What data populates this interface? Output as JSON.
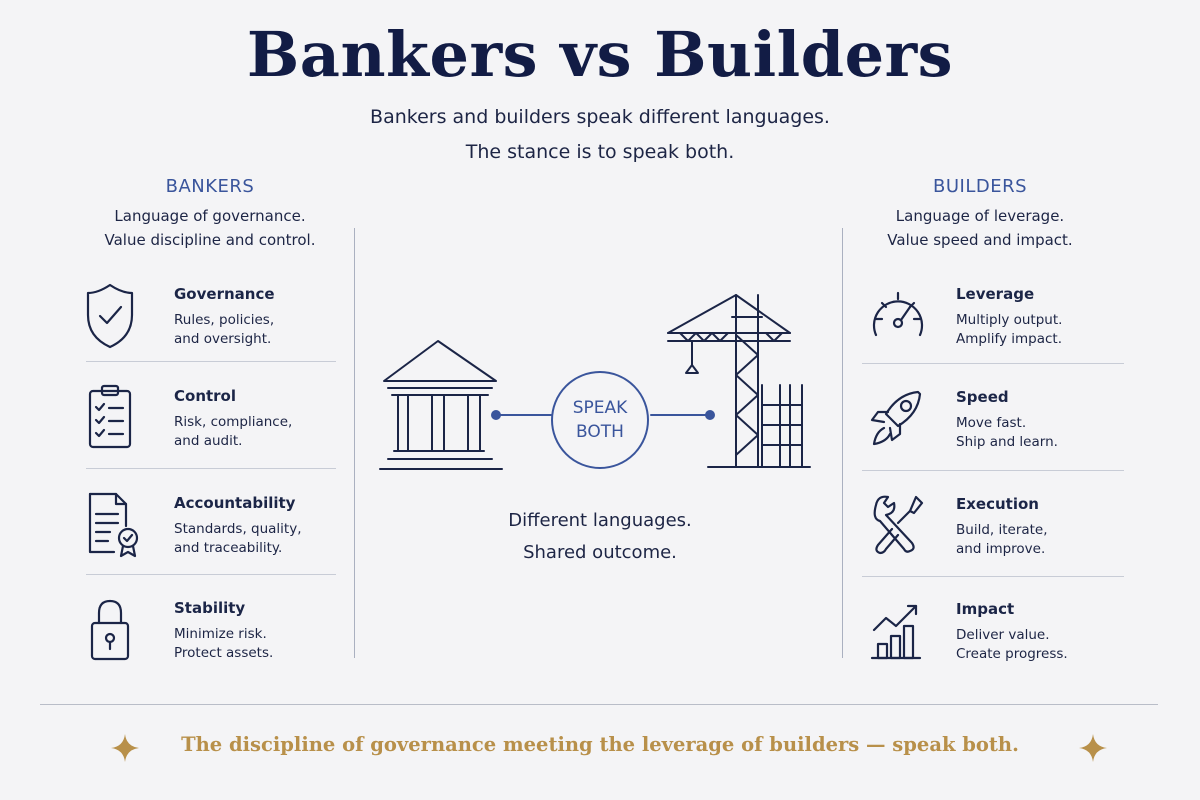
{
  "title": "Bankers vs Builders",
  "subtitle_lines": [
    "Bankers and builders speak different languages.",
    "The stance is to speak both."
  ],
  "bankers": {
    "heading": "BANKERS",
    "desc": [
      "Language of governance.",
      "Value discipline and control."
    ],
    "items": [
      {
        "icon": "shield-check-icon",
        "name": "Governance",
        "lines": [
          "Rules, policies,",
          "and oversight."
        ]
      },
      {
        "icon": "clipboard-checklist-icon",
        "name": "Control",
        "lines": [
          "Risk, compliance,",
          "and audit."
        ]
      },
      {
        "icon": "certificate-document-icon",
        "name": "Accountability",
        "lines": [
          "Standards, quality,",
          "and traceability."
        ]
      },
      {
        "icon": "padlock-icon",
        "name": "Stability",
        "lines": [
          "Minimize risk.",
          "Protect assets."
        ]
      }
    ]
  },
  "builders": {
    "heading": "BUILDERS",
    "desc": [
      "Language of leverage.",
      "Value speed and impact."
    ],
    "items": [
      {
        "icon": "gauge-icon",
        "name": "Leverage",
        "lines": [
          "Multiply output.",
          "Amplify impact."
        ]
      },
      {
        "icon": "rocket-icon",
        "name": "Speed",
        "lines": [
          "Move fast.",
          "Ship and learn."
        ]
      },
      {
        "icon": "wrench-screwdriver-icon",
        "name": "Execution",
        "lines": [
          "Build, iterate,",
          "and improve."
        ]
      },
      {
        "icon": "growth-chart-icon",
        "name": "Impact",
        "lines": [
          "Deliver value.",
          "Create progress."
        ]
      }
    ]
  },
  "center": {
    "left_icon": "bank-building-icon",
    "right_icon": "construction-crane-icon",
    "badge_lines": [
      "SPEAK",
      "BOTH"
    ],
    "text_lines": [
      "Different languages.",
      "Shared outcome."
    ]
  },
  "tagline": "The discipline of governance meeting the leverage of builders — speak both.",
  "colors": {
    "navy": "#121c45",
    "accent_blue": "#3a559c",
    "gold": "#b8904a",
    "background": "#f4f4f6"
  }
}
